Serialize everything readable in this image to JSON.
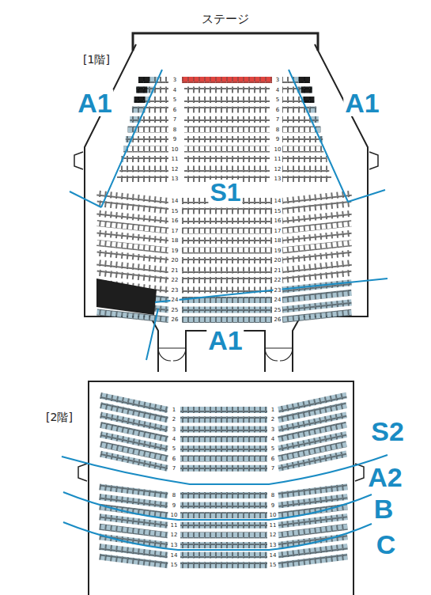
{
  "diagram": {
    "labels": [
      "ステージ",
      "[1階]",
      "A1",
      "A1",
      "S1",
      "A1",
      "3",
      "3",
      "4",
      "4",
      "5",
      "5",
      "6",
      "6",
      "7",
      "7",
      "8",
      "8",
      "9",
      "9",
      "10",
      "10",
      "11",
      "11",
      "12",
      "12",
      "13",
      "13",
      "14",
      "14",
      "15",
      "15",
      "16",
      "16",
      "17",
      "17",
      "18",
      "18",
      "19",
      "19",
      "20",
      "20",
      "21",
      "21",
      "22",
      "22",
      "23",
      "23",
      "24",
      "24",
      "25",
      "25",
      "26",
      "26",
      "[2階]",
      "S2",
      "A2",
      "B",
      "C",
      "1",
      "1",
      "2",
      "2",
      "3",
      "3",
      "4",
      "4",
      "5",
      "5",
      "6",
      "6",
      "7",
      "7",
      "8",
      "8",
      "9",
      "9",
      "10",
      "10",
      "11",
      "11",
      "12",
      "12",
      "13",
      "13",
      "14",
      "14",
      "15",
      "15"
    ]
  }
}
